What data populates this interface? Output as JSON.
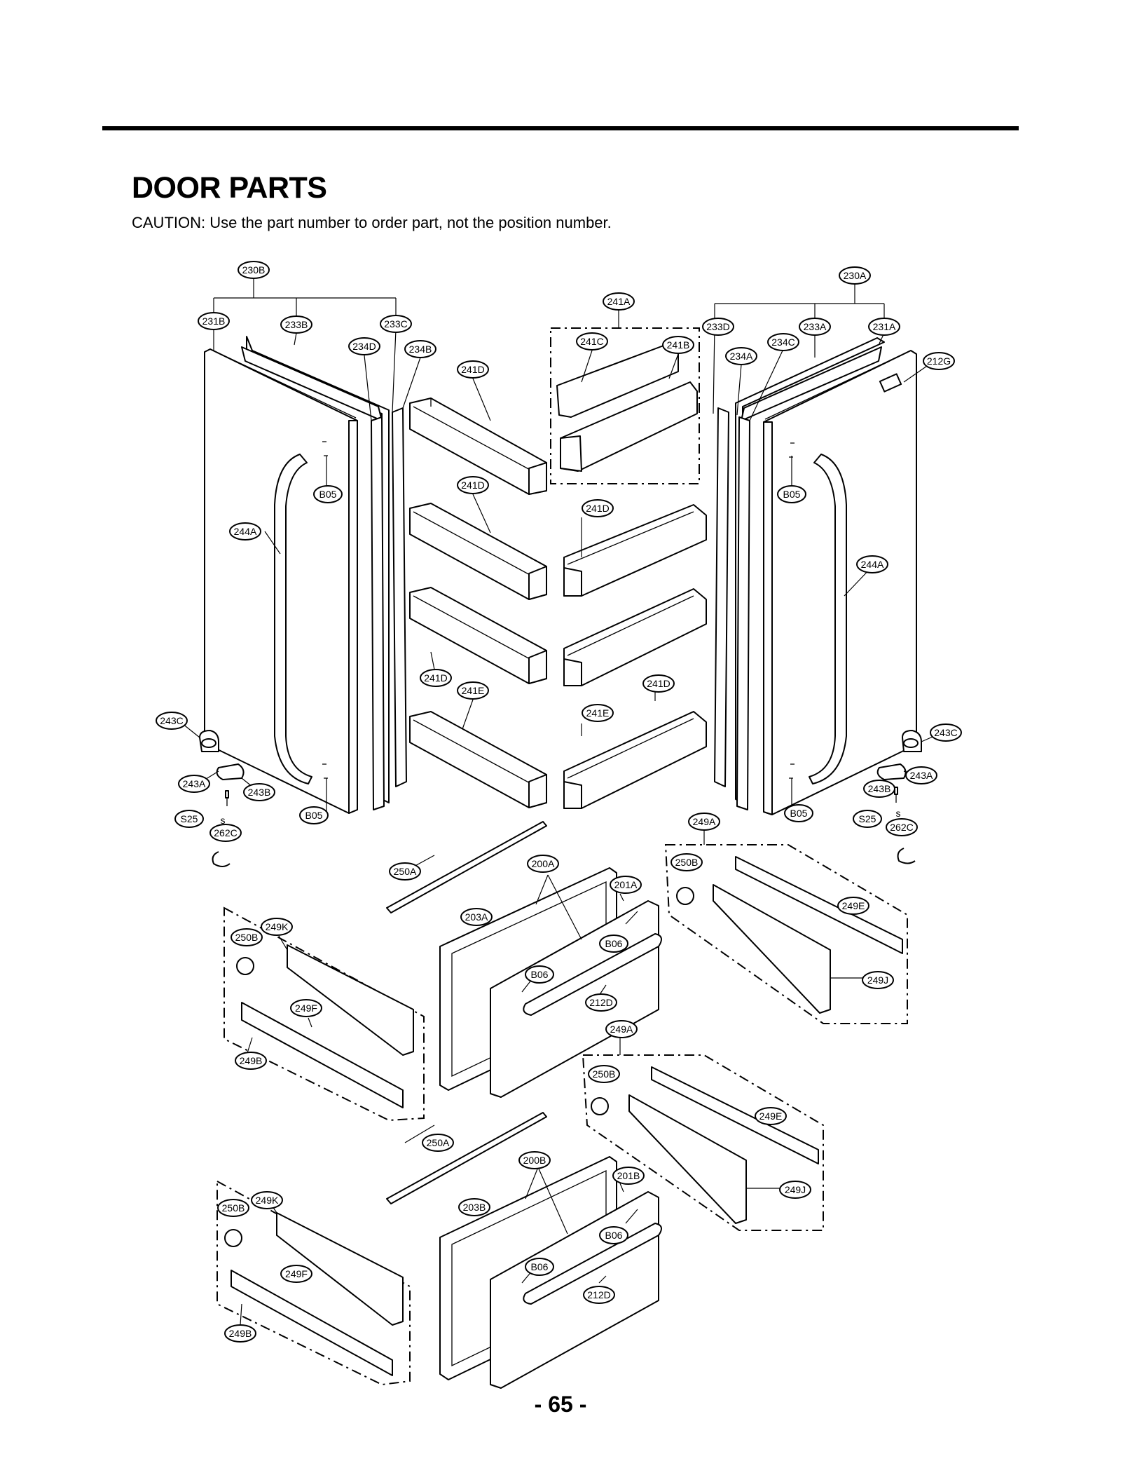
{
  "header": {
    "title": "DOOR PARTS",
    "caution": "CAUTION: Use the part number to order part, not the position number."
  },
  "callouts": {
    "c230B": "230B",
    "c230A": "230A",
    "c231B": "231B",
    "c233B": "233B",
    "c233C": "233C",
    "c234D": "234D",
    "c234B": "234B",
    "c241A": "241A",
    "c241C": "241C",
    "c241B": "241B",
    "c233D": "233D",
    "c233A": "233A",
    "c231A": "231A",
    "c234A": "234A",
    "c234C": "234C",
    "c212G": "212G",
    "c241D_1": "241D",
    "c241D_2": "241D",
    "c241D_3": "241D",
    "c241D_4": "241D",
    "c241D_5": "241D",
    "c241E_1": "241E",
    "c241E_2": "241E",
    "cB05_1": "B05",
    "cB05_2": "B05",
    "cB05_3": "B05",
    "cB05_4": "B05",
    "c244A_1": "244A",
    "c244A_2": "244A",
    "c243C_1": "243C",
    "c243C_2": "243C",
    "c243A_1": "243A",
    "c243A_2": "243A",
    "c243B_1": "243B",
    "c243B_2": "243B",
    "cS25_1": "S25",
    "cS25_2": "S25",
    "c262C_1": "262C",
    "c262C_2": "262C",
    "s_1": "s",
    "s_2": "s",
    "c249A_1": "249A",
    "c249A_2": "249A",
    "c250B_1": "250B",
    "c250B_2": "250B",
    "c250B_3": "250B",
    "c250B_4": "250B",
    "c249E_1": "249E",
    "c249E_2": "249E",
    "c249J_1": "249J",
    "c249J_2": "249J",
    "c250A_1": "250A",
    "c250A_2": "250A",
    "c200A": "200A",
    "c201A": "201A",
    "c203A": "203A",
    "cB06_1": "B06",
    "cB06_2": "B06",
    "c212D_1": "212D",
    "c249K_1": "249K",
    "c249F_1": "249F",
    "c249B_1": "249B",
    "c200B": "200B",
    "c201B": "201B",
    "c203B": "203B",
    "cB06_3": "B06",
    "cB06_4": "B06",
    "c212D_2": "212D",
    "c249K_2": "249K",
    "c249F_2": "249F",
    "c249B_2": "249B"
  },
  "footer": {
    "page_number": "- 65 -"
  }
}
